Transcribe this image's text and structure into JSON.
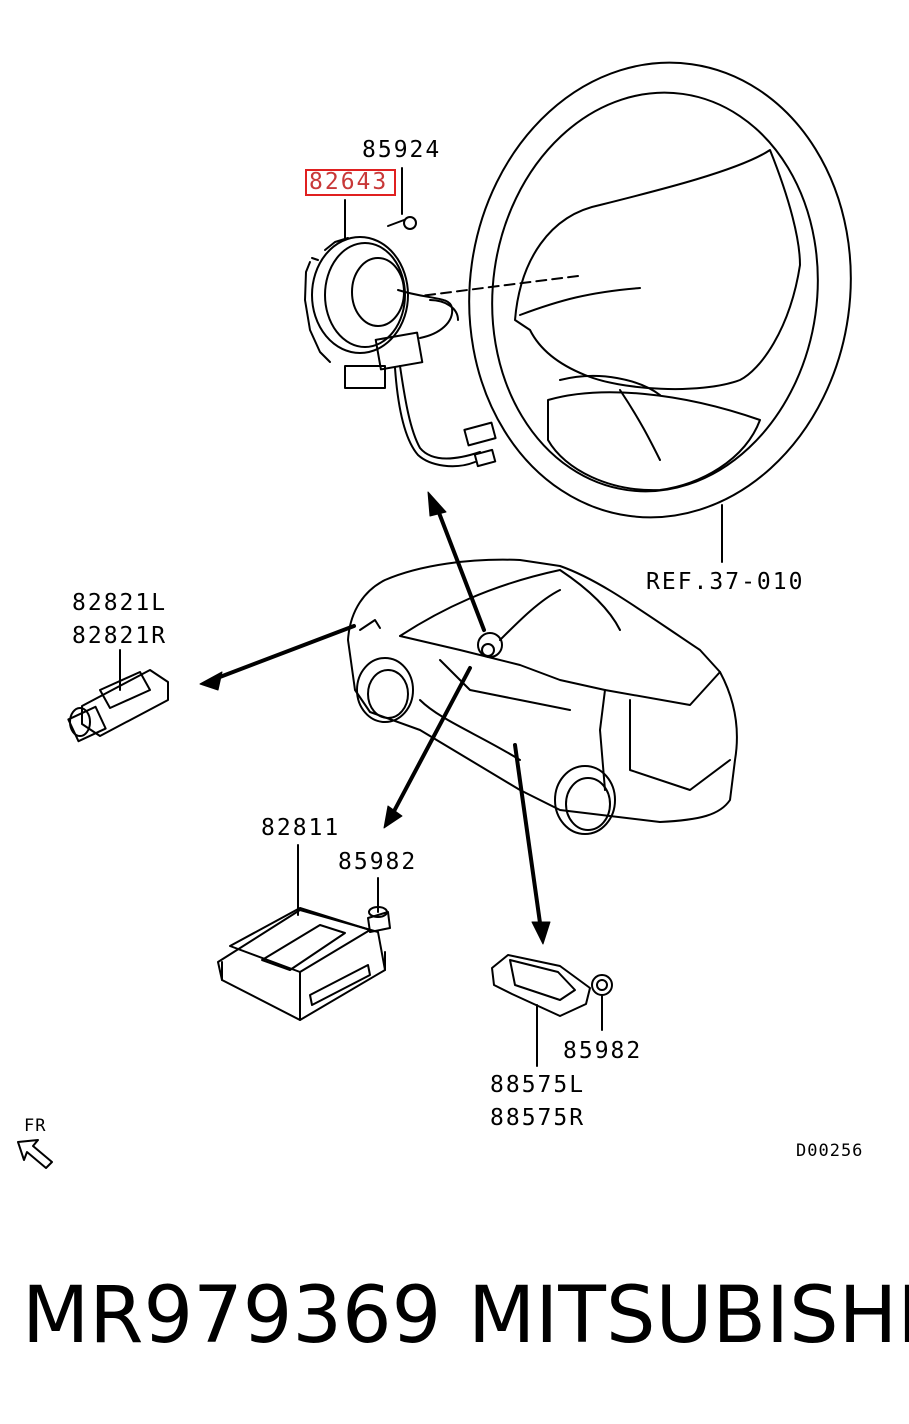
{
  "labels": {
    "p85924": "85924",
    "p82643": "82643",
    "ref": "REF.37-010",
    "p82821L": "82821L",
    "p82821R": "82821R",
    "p82811": "82811",
    "p85982a": "85982",
    "p85982b": "85982",
    "p88575L": "88575L",
    "p88575R": "88575R",
    "fr": "FR",
    "code": "D00256"
  },
  "footer": {
    "part_number": "MR979369",
    "brand": "MITSUBISHI"
  },
  "colors": {
    "highlight": "#e02020",
    "line": "#000000"
  }
}
